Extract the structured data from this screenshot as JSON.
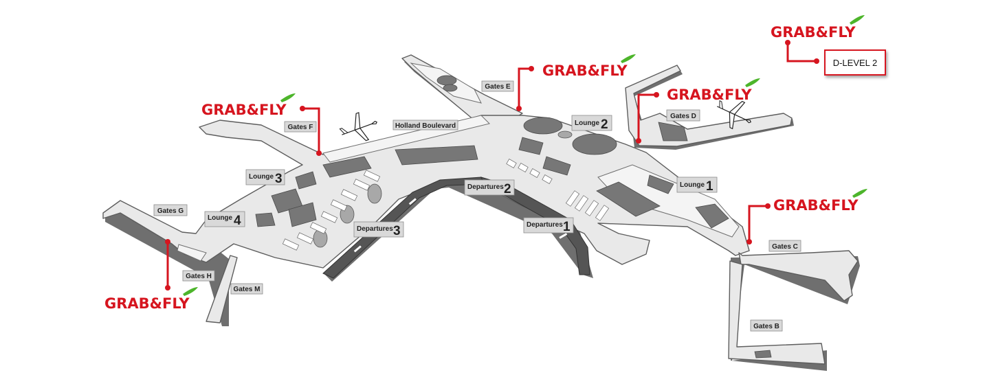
{
  "map_title": "",
  "level_indicator": "D-LEVEL 2",
  "brand": {
    "name": "GRAB&FLY",
    "color": "#d6151f",
    "leaf_color": "#4db52b"
  },
  "zone_labels": {
    "gates_e": "Gates E",
    "gates_f": "Gates F",
    "gates_d": "Gates D",
    "gates_g": "Gates G",
    "gates_h": "Gates H",
    "gates_m": "Gates M",
    "gates_c": "Gates C",
    "gates_b": "Gates B",
    "holland_boulevard": "Holland Boulevard"
  },
  "lounges": [
    {
      "id": "lounge1",
      "label": "Lounge",
      "number": "1"
    },
    {
      "id": "lounge2",
      "label": "Lounge",
      "number": "2"
    },
    {
      "id": "lounge3",
      "label": "Lounge",
      "number": "3"
    },
    {
      "id": "lounge4",
      "label": "Lounge",
      "number": "4"
    }
  ],
  "departures": [
    {
      "id": "dep1",
      "label": "Departures",
      "number": "1"
    },
    {
      "id": "dep2",
      "label": "Departures",
      "number": "2"
    },
    {
      "id": "dep3",
      "label": "Departures",
      "number": "3"
    }
  ],
  "grab_and_fly_locations": [
    {
      "id": "gf-level-legend"
    },
    {
      "id": "gf-gates-e"
    },
    {
      "id": "gf-gates-d"
    },
    {
      "id": "gf-gates-f"
    },
    {
      "id": "gf-gates-c"
    },
    {
      "id": "gf-gates-g"
    }
  ],
  "icons": [
    "airplane-icon",
    "grab-and-fly-leaf-icon",
    "location-pin-icon"
  ]
}
